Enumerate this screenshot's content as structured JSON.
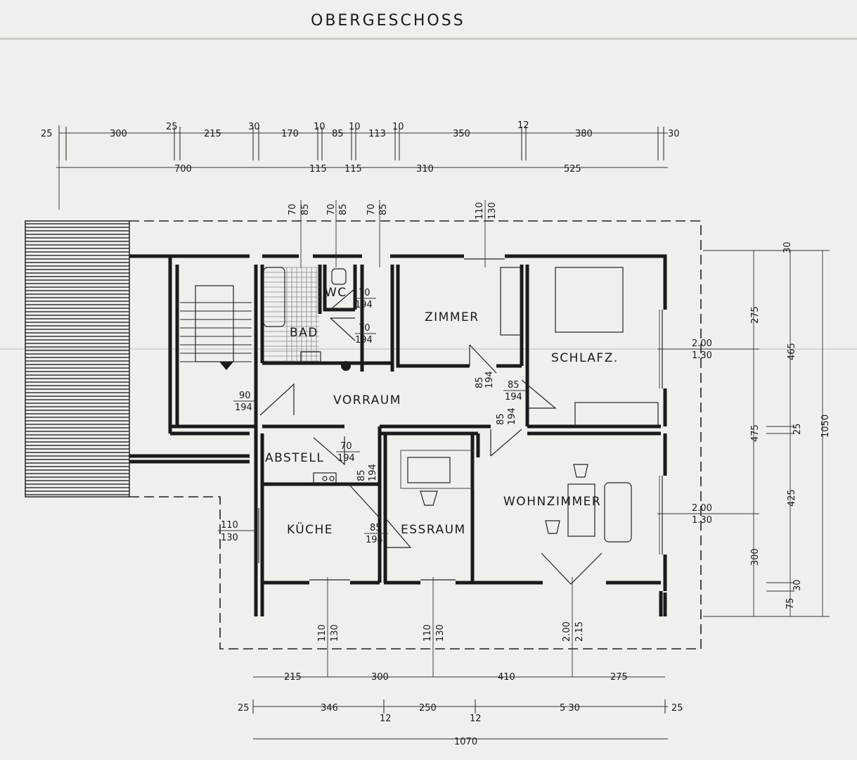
{
  "title": "OBERGESCHOSS",
  "rooms": {
    "wc": "WC",
    "bad": "BAD",
    "zimmer": "ZIMMER",
    "schlafz": "SCHLAFZ.",
    "vorraum": "VORRAUM",
    "abstell": "ABSTELL",
    "kueche": "KÜCHE",
    "essraum": "ESSRAUM",
    "wohnzimmer": "WOHNZIMMER"
  },
  "top_dims_row1": [
    "25",
    "300",
    "25",
    "215",
    "30",
    "170",
    "10",
    "85",
    "10",
    "113",
    "10",
    "350",
    "12",
    "380",
    "30"
  ],
  "top_dims_row2": [
    "700",
    "115",
    "115",
    "310",
    "525"
  ],
  "top_openings": [
    {
      "w": "70",
      "h": "85"
    },
    {
      "w": "70",
      "h": "85"
    },
    {
      "w": "70",
      "h": "85"
    },
    {
      "w": "110",
      "h": "130"
    }
  ],
  "door_labels": [
    {
      "w": "70",
      "h": "194"
    },
    {
      "w": "70",
      "h": "194"
    },
    {
      "w": "90",
      "h": "194"
    },
    {
      "w": "85",
      "h": "194"
    },
    {
      "w": "85",
      "h": "194"
    },
    {
      "w": "85",
      "h": "194"
    },
    {
      "w": "70",
      "h": "194"
    },
    {
      "w": "85",
      "h": "194"
    },
    {
      "w": "85",
      "h": "194"
    }
  ],
  "window_labels": [
    {
      "w": "2.00",
      "h": "1.30"
    },
    {
      "w": "2.00",
      "h": "1.30"
    },
    {
      "w": "110",
      "h": "130"
    }
  ],
  "bottom_openings": [
    {
      "w": "110",
      "h": "130"
    },
    {
      "w": "110",
      "h": "130"
    },
    {
      "w": "2.00",
      "h": "2.15"
    }
  ],
  "bottom_dims_row1": [
    "215",
    "300",
    "410",
    "275"
  ],
  "bottom_dims_row2": [
    "25",
    "346",
    "12",
    "250",
    "12",
    "5 30",
    "25"
  ],
  "bottom_total": "1070",
  "right_dims_inner": [
    "30",
    "275",
    "475",
    "300",
    "75"
  ],
  "right_dims_mid": [
    "465",
    "25",
    "425",
    "30"
  ],
  "right_total": "1050"
}
